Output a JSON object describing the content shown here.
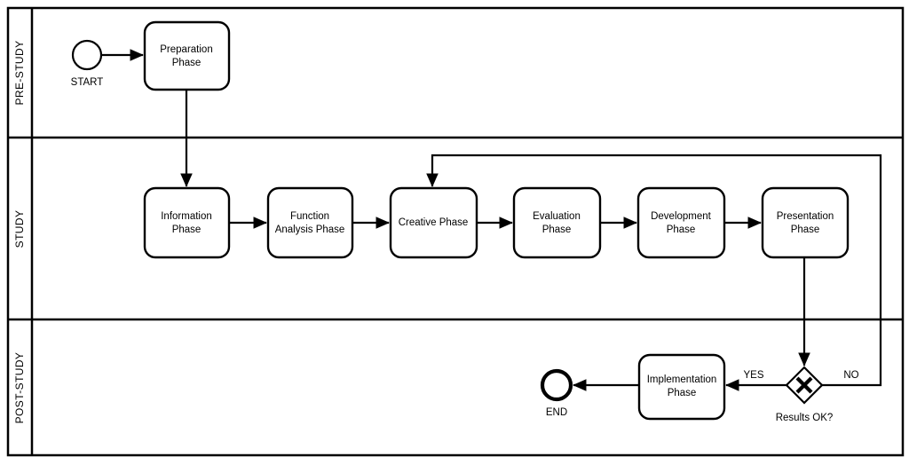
{
  "diagram": {
    "type": "bpmn-process-flowchart",
    "pool": {
      "lanes": [
        {
          "id": "pre-study",
          "label": "PRE-STUDY"
        },
        {
          "id": "study",
          "label": "STUDY"
        },
        {
          "id": "post-study",
          "label": "POST-STUDY"
        }
      ]
    },
    "events": [
      {
        "id": "start",
        "label": "START",
        "kind": "start-event"
      },
      {
        "id": "end",
        "label": "END",
        "kind": "end-event"
      }
    ],
    "tasks": [
      {
        "id": "preparation",
        "lane": "pre-study",
        "label_lines": [
          "Preparation",
          "Phase"
        ]
      },
      {
        "id": "information",
        "lane": "study",
        "label_lines": [
          "Information",
          "Phase"
        ]
      },
      {
        "id": "function-analysis",
        "lane": "study",
        "label_lines": [
          "Function",
          "Analysis Phase"
        ]
      },
      {
        "id": "creative",
        "lane": "study",
        "label_lines": [
          "Creative Phase"
        ]
      },
      {
        "id": "evaluation",
        "lane": "study",
        "label_lines": [
          "Evaluation",
          "Phase"
        ]
      },
      {
        "id": "development",
        "lane": "study",
        "label_lines": [
          "Development",
          "Phase"
        ]
      },
      {
        "id": "presentation",
        "lane": "study",
        "label_lines": [
          "Presentation",
          "Phase"
        ]
      },
      {
        "id": "implementation",
        "lane": "post-study",
        "label_lines": [
          "Implementation",
          "Phase"
        ]
      }
    ],
    "gateways": [
      {
        "id": "results-ok",
        "lane": "post-study",
        "label": "Results OK?",
        "kind": "exclusive-gateway",
        "marker": "X"
      }
    ],
    "flow_labels": {
      "yes": "YES",
      "no": "NO"
    },
    "colors": {
      "stroke": "#000000",
      "fill": "#ffffff",
      "background": "#ffffff"
    }
  }
}
